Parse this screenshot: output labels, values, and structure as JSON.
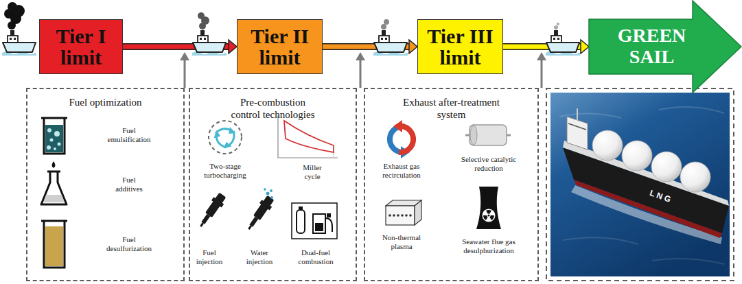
{
  "diagram": {
    "nodes": [
      {
        "text": [
          "Tier I limit"
        ]
      },
      {
        "text": [
          "Tier II limit"
        ]
      },
      {
        "text": [
          "Tier III limit"
        ]
      },
      {
        "text": [
          "GREEN SAIL"
        ]
      },
      {
        "text": [
          "Fuel optimization"
        ]
      },
      {
        "text": [
          "Pre-combustion control technologies"
        ]
      },
      {
        "text": [
          "Exhaust after-treatment system"
        ]
      }
    ],
    "edges": [
      {
        "from": 0,
        "to": 1,
        "arrow": "to"
      },
      {
        "from": 1,
        "to": 2,
        "arrow": "to"
      },
      {
        "from": 2,
        "to": 3,
        "arrow": "to"
      }
    ],
    "labels": [
      "Fuel emulsification",
      "Fuel additives",
      "Fuel desulfurization",
      "Two-stage turbocharging",
      "Miller cycle",
      "Fuel injection",
      "Water injection",
      "Dual-fuel combustion",
      "Exhaust gas recirculation",
      "Selective catalytic reduction",
      "Non-thermal plasma",
      "Seawater flue gas desulphurization",
      "L N G"
    ]
  }
}
